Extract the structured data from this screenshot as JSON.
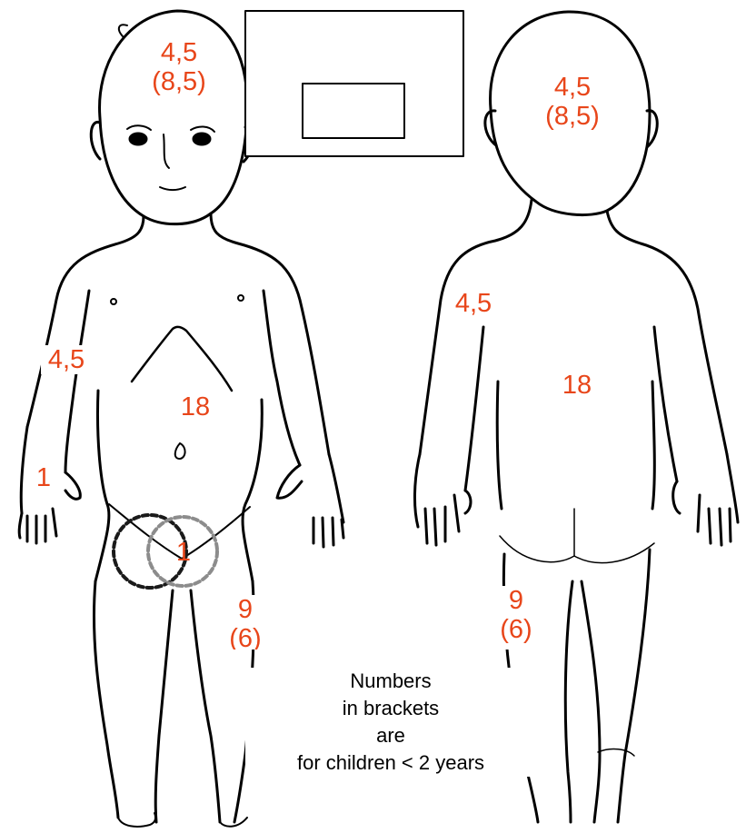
{
  "colors": {
    "label": "#e8461a",
    "outline": "#000000",
    "dashed_dark": "#1a1a1a",
    "dashed_light": "#8c8c8c"
  },
  "front": {
    "head": {
      "adult": "4,5",
      "child": "(8,5)"
    },
    "arm": "4,5",
    "hand": "1",
    "trunk": "18",
    "genitals": "1",
    "leg": {
      "adult": "9",
      "child": "(6)"
    }
  },
  "back": {
    "head": {
      "adult": "4,5",
      "child": "(8,5)"
    },
    "arm": "4,5",
    "trunk": "18",
    "leg": {
      "adult": "9",
      "child": "(6)"
    }
  },
  "note": {
    "line1": "Numbers",
    "line2": "in brackets",
    "line3": "are",
    "line4": "for children < 2 years"
  }
}
